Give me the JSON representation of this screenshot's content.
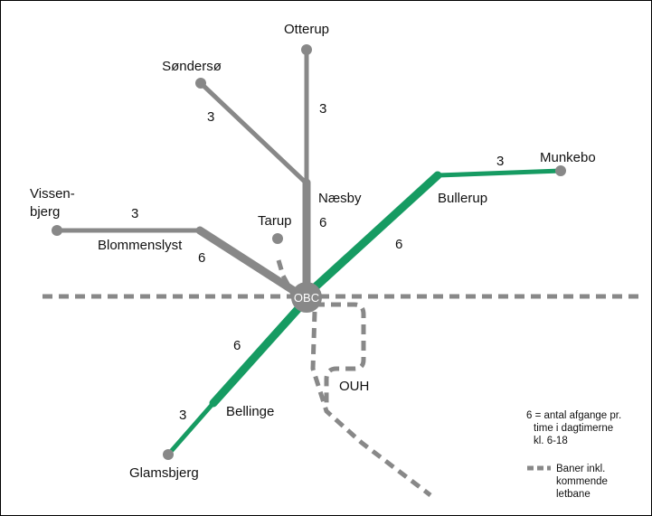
{
  "stations": {
    "otterup": "Otterup",
    "sondersoe": "Søndersø",
    "vissenbjerg_1": "Vissen-",
    "vissenbjerg_2": "bjerg",
    "blommenslyst": "Blommenslyst",
    "tarup": "Tarup",
    "naesby": "Næsby",
    "bullerup": "Bullerup",
    "munkebo": "Munkebo",
    "obc": "OBC",
    "ouh": "OUH",
    "bellinge": "Bellinge",
    "glamsbjerg": "Glamsbjerg"
  },
  "frequencies": {
    "sondersoe": "3",
    "otterup": "3",
    "vissenbjerg": "3",
    "blommenslyst": "6",
    "naesby": "6",
    "munkebo": "3",
    "bullerup": "6",
    "bellinge": "6",
    "glamsbjerg": "3"
  },
  "legend": {
    "freq_line1": "6 = antal afgange pr.",
    "freq_line2": "time i dagtimerne",
    "freq_line3": "kl. 6-18",
    "rail_line1": "Baner inkl.",
    "rail_line2": "kommende",
    "rail_line3": "letbane"
  },
  "colors": {
    "grey_route": "#888888",
    "green_route": "#169b62",
    "rail": "#888888",
    "hub": "#888888"
  }
}
